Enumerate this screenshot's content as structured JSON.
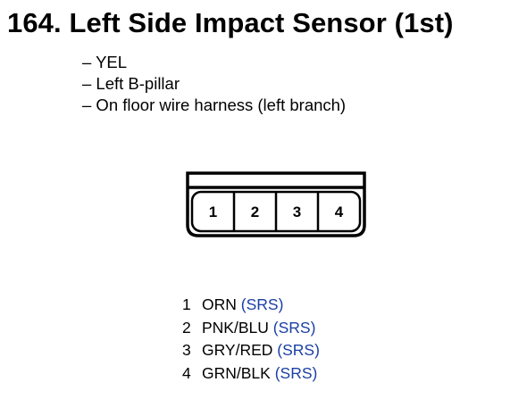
{
  "header": {
    "title": "164. Left Side Impact Sensor (1st)"
  },
  "details": [
    "– YEL",
    "– Left B-pillar",
    "– On floor wire harness (left branch)"
  ],
  "connector": {
    "terminals": [
      "1",
      "2",
      "3",
      "4"
    ]
  },
  "pinout": [
    {
      "number": "1",
      "wire": "ORN",
      "circuit": "(SRS)"
    },
    {
      "number": "2",
      "wire": "PNK/BLU",
      "circuit": "(SRS)"
    },
    {
      "number": "3",
      "wire": "GRY/RED",
      "circuit": "(SRS)"
    },
    {
      "number": "4",
      "wire": "GRN/BLK",
      "circuit": "(SRS)"
    }
  ],
  "colors": {
    "circuit_text": "#1a3fa6"
  }
}
